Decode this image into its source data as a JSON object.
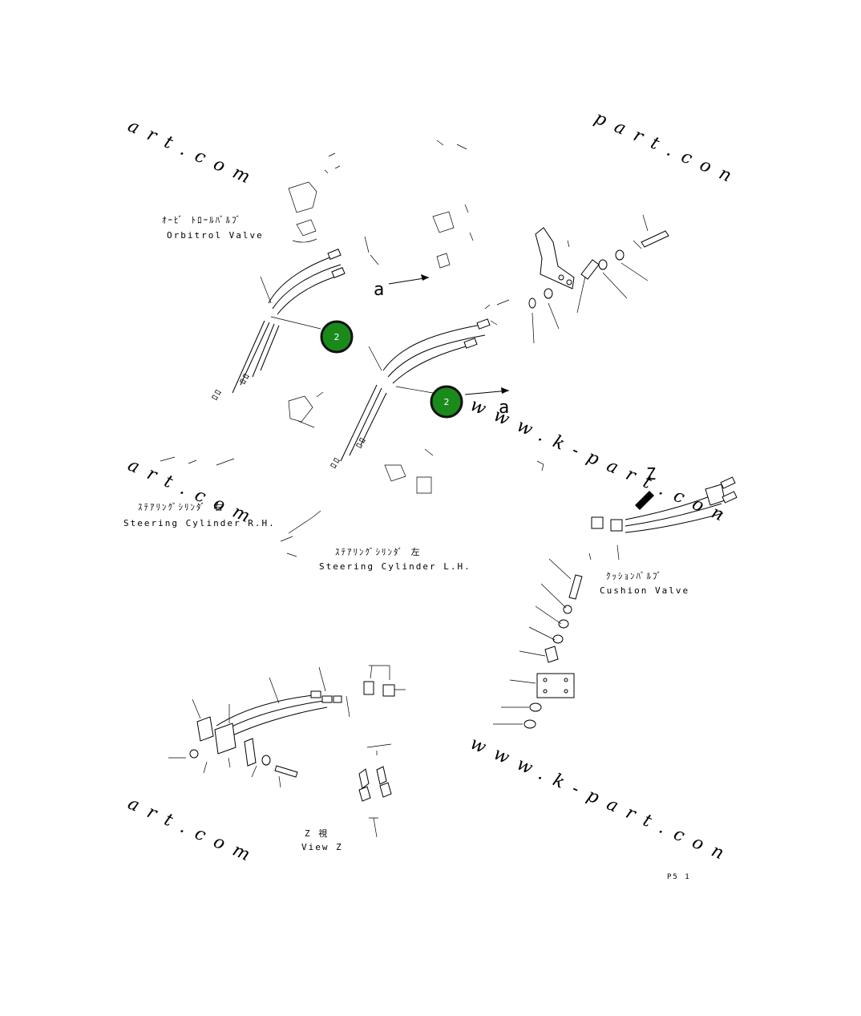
{
  "watermarks": {
    "wm_tl": "art.com",
    "wm_tr": "part.con",
    "wm_ml": "art.com",
    "wm_center": "www.k-part.con",
    "wm_bl": "art.com",
    "wm_br": "www.k-part.con"
  },
  "labels": {
    "orbitrol_jp": "ｵｰﾋﾞ ﾄﾛｰﾙﾊﾞﾙﾌﾞ",
    "orbitrol_en": "Orbitrol Valve",
    "steer_r_jp": "ｽﾃｱﾘﾝｸﾞｼﾘﾝﾀﾞ 右",
    "steer_r_en": "Steering Cylinder R.H.",
    "steer_l_jp": "ｽﾃｱﾘﾝｸﾞｼﾘﾝﾀﾞ 左",
    "steer_l_en": "Steering Cylinder L.H.",
    "cushion_jp": "ｸｯｼｮﾝﾊﾞﾙﾌﾞ",
    "cushion_en": "Cushion Valve",
    "view_jp": "Z 視",
    "view_en": "View Z",
    "letter_a1": "a",
    "letter_a2": "a",
    "letter_z": "Z",
    "page_code": "P5 1"
  },
  "hotspots": [
    {
      "number": "2",
      "color": "#1a8a1a"
    },
    {
      "number": "2",
      "color": "#1a8a1a"
    }
  ]
}
